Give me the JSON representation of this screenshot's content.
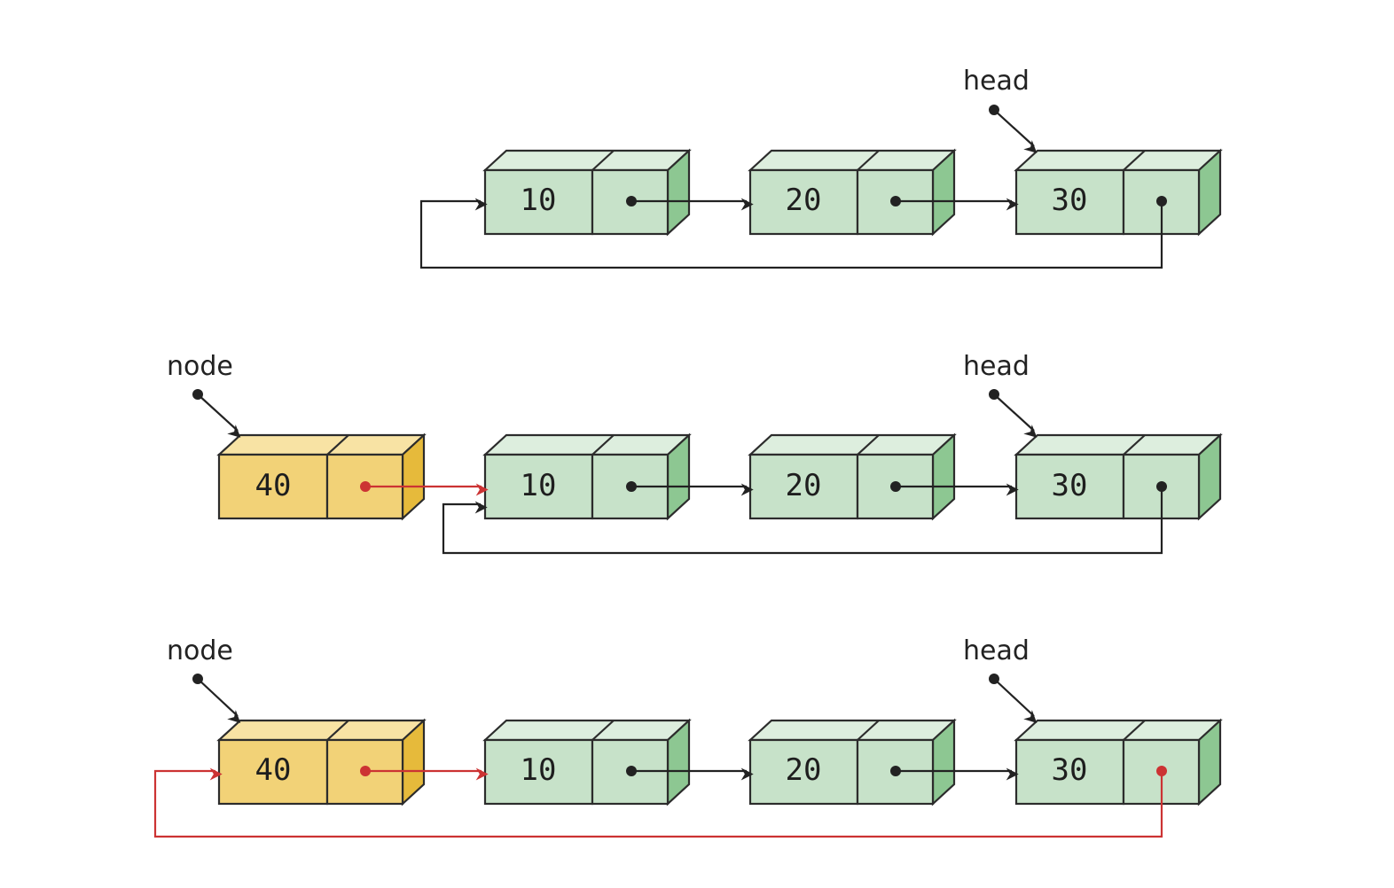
{
  "colors": {
    "green_front": "#c7e2c9",
    "green_top": "#ddeede",
    "green_side": "#8dc792",
    "yellow_front": "#f2d277",
    "yellow_top": "#f8e3a4",
    "yellow_side": "#e6ba3b",
    "black_link": "#222222",
    "red_link": "#cc3333"
  },
  "rows": [
    {
      "labels": [
        "head"
      ],
      "nodes": [
        {
          "value": "10",
          "color": "green"
        },
        {
          "value": "20",
          "color": "green"
        },
        {
          "value": "30",
          "color": "green"
        }
      ]
    },
    {
      "labels": [
        "node",
        "head"
      ],
      "nodes": [
        {
          "value": "40",
          "color": "yellow"
        },
        {
          "value": "10",
          "color": "green"
        },
        {
          "value": "20",
          "color": "green"
        },
        {
          "value": "30",
          "color": "green"
        }
      ]
    },
    {
      "labels": [
        "node",
        "head"
      ],
      "nodes": [
        {
          "value": "40",
          "color": "yellow"
        },
        {
          "value": "10",
          "color": "green"
        },
        {
          "value": "20",
          "color": "green"
        },
        {
          "value": "30",
          "color": "green"
        }
      ]
    }
  ]
}
